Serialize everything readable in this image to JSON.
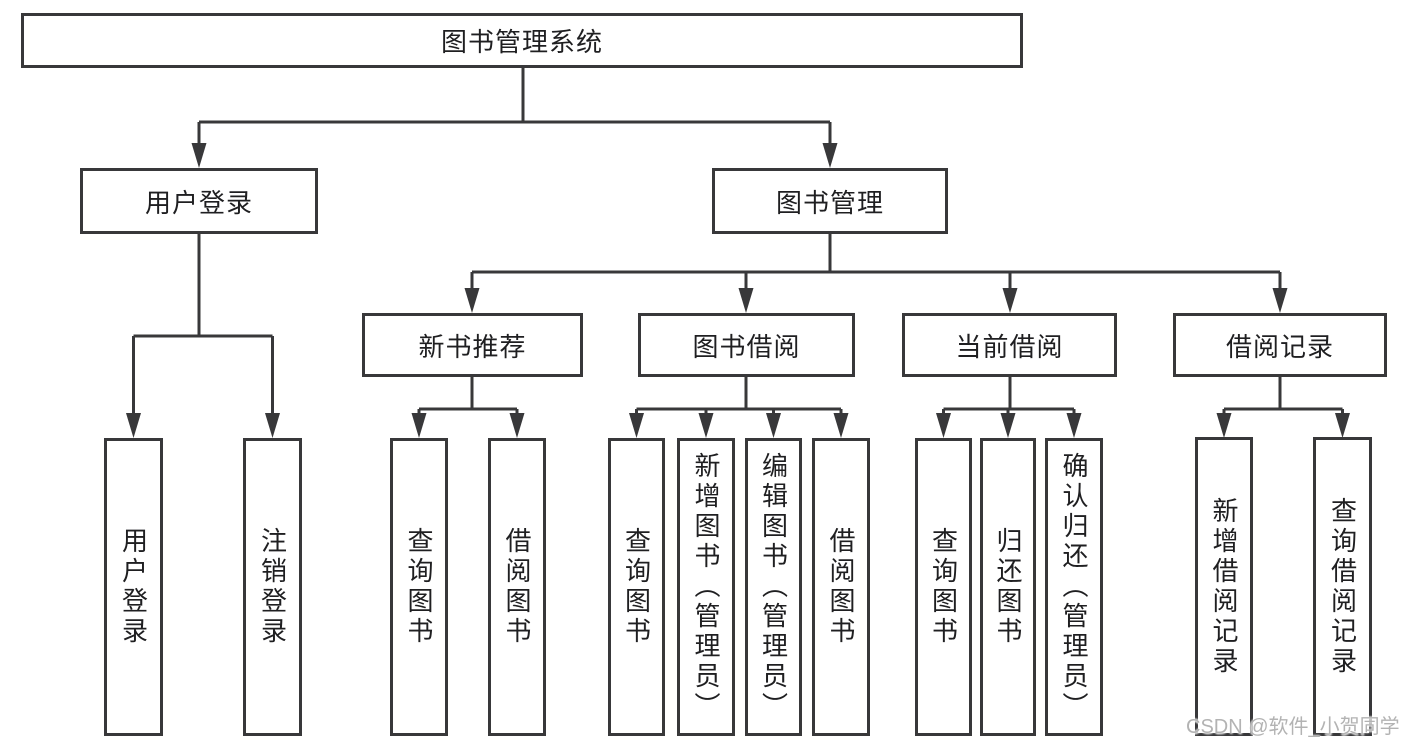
{
  "nodes": {
    "root": {
      "label": "图书管理系统"
    },
    "user_login": {
      "label": "用户登录"
    },
    "book_management": {
      "label": "图书管理"
    },
    "user_login_leaf": {
      "label": "用户登录"
    },
    "logout_leaf": {
      "label": "注销登录"
    },
    "new_book_recommend": {
      "label": "新书推荐"
    },
    "nbr_query_books": {
      "label": "查询图书"
    },
    "nbr_borrow_books": {
      "label": "借阅图书"
    },
    "book_borrowing": {
      "label": "图书借阅"
    },
    "bb_query_books": {
      "label": "查询图书"
    },
    "bb_add_books": {
      "label": "新增图书（管理员）"
    },
    "bb_edit_books": {
      "label": "编辑图书（管理员）"
    },
    "bb_borrow_books": {
      "label": "借阅图书"
    },
    "current_borrowing": {
      "label": "当前借阅"
    },
    "cb_query_books": {
      "label": "查询图书"
    },
    "cb_return_books": {
      "label": "归还图书"
    },
    "cb_confirm_return": {
      "label": "确认归还（管理员）"
    },
    "borrow_records": {
      "label": "借阅记录"
    },
    "br_add_record": {
      "label": "新增借阅记录"
    },
    "br_query_record": {
      "label": "查询借阅记录"
    }
  },
  "watermark": {
    "text": "CSDN @软件_小贺同学"
  },
  "colors": {
    "line": "#38383a",
    "text": "#1f1f21",
    "background": "#ffffff",
    "watermark": "#b3b3b3"
  }
}
